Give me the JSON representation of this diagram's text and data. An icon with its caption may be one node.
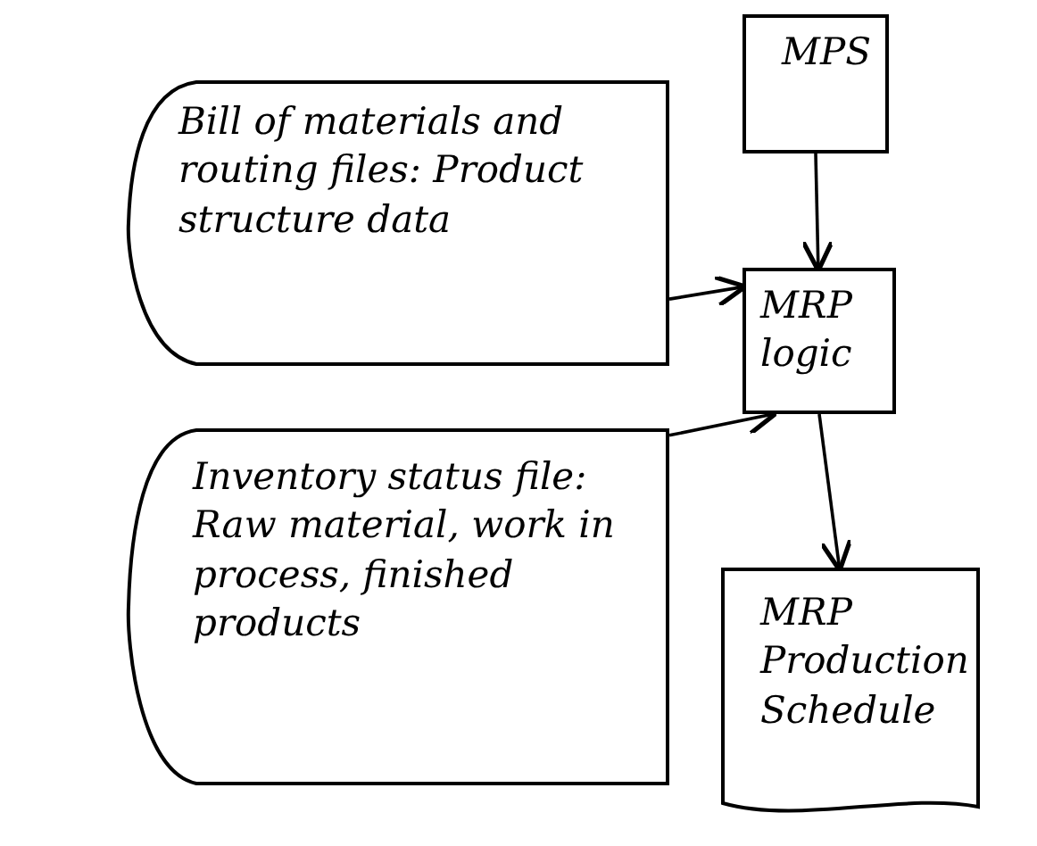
{
  "diagram": {
    "nodes": [
      {
        "text": [
          "Bill of materials and routing files: Product structure data"
        ]
      },
      {
        "text": [
          "MPS"
        ]
      },
      {
        "text": [
          "MRP logic"
        ]
      },
      {
        "text": [
          "Inventory status file: Raw material, work in process, finished products"
        ]
      },
      {
        "text": [
          "MRP Production Schedule"
        ]
      }
    ],
    "edges": [
      {
        "from": 1,
        "to": 2,
        "arrow": "to"
      },
      {
        "from": 0,
        "to": 2,
        "arrow": "to"
      },
      {
        "from": 3,
        "to": 2,
        "arrow": "to"
      },
      {
        "from": 2,
        "to": 4,
        "arrow": "to"
      }
    ]
  }
}
